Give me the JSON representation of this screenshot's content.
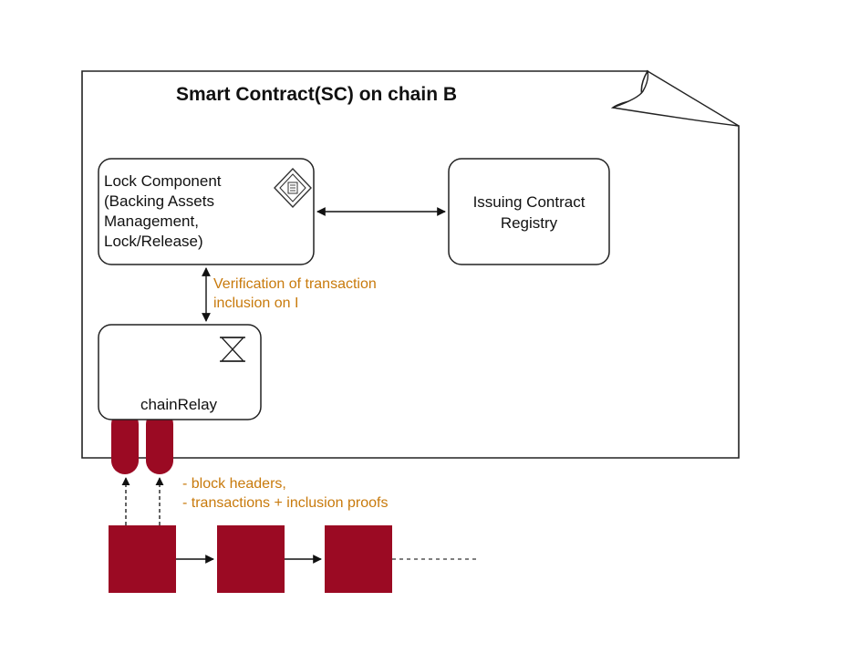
{
  "title": "Smart Contract(SC) on chain B",
  "lock_component": {
    "lines": [
      "Lock Component",
      "(Backing Assets",
      "Management,",
      "Lock/Release)"
    ],
    "icon": "contract-icon"
  },
  "issuing_registry": {
    "lines": [
      "Issuing Contract",
      "Registry"
    ]
  },
  "verification_note": {
    "lines": [
      "Verification of transaction",
      "inclusion on I"
    ]
  },
  "chain_relay": {
    "label": "chainRelay",
    "icon": "hourglass-icon"
  },
  "relay_note": {
    "lines": [
      "- block headers,",
      "- transactions + inclusion proofs"
    ]
  },
  "colors": {
    "accent": "#9b0a23",
    "note": "#c87a0c",
    "stroke": "#222222"
  }
}
